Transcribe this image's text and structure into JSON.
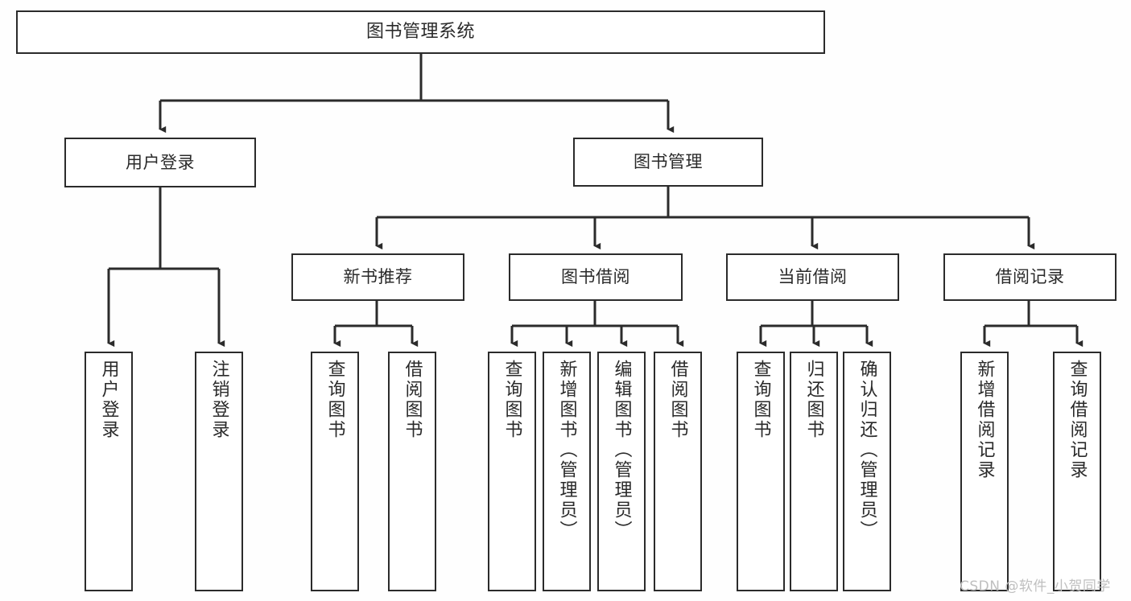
{
  "diagram": {
    "type": "tree-hierarchy-chart",
    "title": "图书管理系统",
    "colors": {
      "border": "#2b2b2b",
      "node_fill": "#ffffff",
      "edge": "#2b2b2b",
      "text": "#2a2a2a",
      "background": "#fefefe",
      "watermark": "#bfbfbf"
    },
    "root": {
      "label": "图书管理系统"
    },
    "level1": [
      {
        "label": "用户登录"
      },
      {
        "label": "图书管理"
      }
    ],
    "level2": [
      {
        "label": "新书推荐"
      },
      {
        "label": "图书借阅"
      },
      {
        "label": "当前借阅"
      },
      {
        "label": "借阅记录"
      }
    ],
    "leaves_user_login": [
      {
        "label": "用户登录"
      },
      {
        "label": "注销登录"
      }
    ],
    "leaves_new_book": [
      {
        "label": "查询图书"
      },
      {
        "label": "借阅图书"
      }
    ],
    "leaves_borrow": [
      {
        "label": "查询图书"
      },
      {
        "label": "新增图书（管理员）"
      },
      {
        "label": "编辑图书（管理员）"
      },
      {
        "label": "借阅图书"
      }
    ],
    "leaves_current": [
      {
        "label": "查询图书"
      },
      {
        "label": "归还图书"
      },
      {
        "label": "确认归还（管理员）"
      }
    ],
    "leaves_records": [
      {
        "label": "新增借阅记录"
      },
      {
        "label": "查询借阅记录"
      }
    ]
  },
  "watermark": {
    "text": "CSDN @软件_小贺同学"
  }
}
